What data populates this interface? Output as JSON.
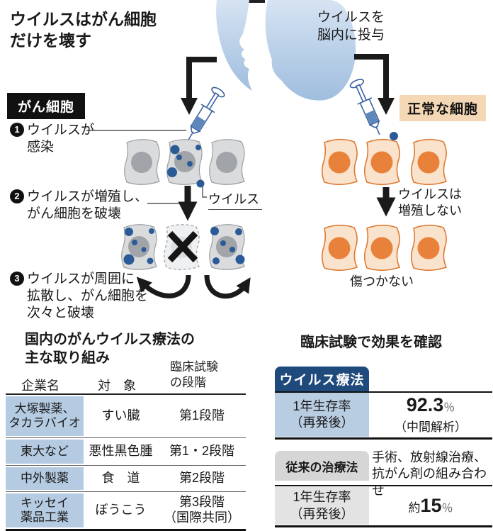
{
  "diagram": {
    "title": "ウイルスはがん細胞\nだけを壊す",
    "inject_label": "ウイルスを\n脳内に投与",
    "cancer_badge": "がん細胞",
    "normal_badge": "正常な細胞",
    "steps": [
      {
        "num": "1",
        "text": "ウイルスが\n感染"
      },
      {
        "num": "2",
        "text": "ウイルスが増殖し、\nがん細胞を破壊"
      },
      {
        "num": "3",
        "text": "ウイルスが周囲に\n拡散し、がん細胞を\n次々と破壊"
      }
    ],
    "virus_label": "ウイルス",
    "no_growth_label": "ウイルスは\n増殖しない",
    "unharmed_label": "傷つかない"
  },
  "left_table": {
    "title": "国内のがんウイルス療法の\n主な取り組み",
    "headers": [
      "企業名",
      "対　象",
      "臨床試験\nの段階"
    ],
    "rows": [
      {
        "company": "大塚製薬、\nタカラバイオ",
        "target": "すい臓",
        "stage": "第1段階"
      },
      {
        "company": "東大など",
        "target": "悪性黒色腫",
        "stage": "第1・2段階"
      },
      {
        "company": "中外製薬",
        "target": "食　道",
        "stage": "第2段階"
      },
      {
        "company": "キッセイ\n薬品工業",
        "target": "ぼうこう",
        "stage": "第3段階\n（国際共同）"
      }
    ]
  },
  "right_table": {
    "title": "臨床試験で効果を確認",
    "virus_header": "ウイルス療法",
    "survival_label": "1年生存率\n（再発後）",
    "virus_value": "92.3",
    "virus_value_unit": "％",
    "virus_value_note": "（中間解析）",
    "conventional_header": "従来の治療法",
    "conventional_desc": "手術、放射線治療、\n抗がん剤の組み合わせ",
    "survival_label2": "1年生存率\n（再発後）",
    "conv_value_prefix": "約",
    "conv_value": "15",
    "conv_value_unit": "％"
  },
  "colors": {
    "navy": "#1f4a7c",
    "table_blue": "#b5cbe2",
    "row_blue": "#b9cde2",
    "badge_orange": "#f4d7b4",
    "cell_orange_fill": "#fae3cd",
    "cell_orange_border": "#de7a33",
    "cell_orange_nucleus": "#e8823b",
    "cell_gray_fill": "#d9dbdd",
    "cell_gray_nucleus": "#a1a5a9",
    "virus_blue": "#2b5b96",
    "head_blue_top": "#d6e3f3",
    "head_blue_bottom": "#9fbede"
  }
}
